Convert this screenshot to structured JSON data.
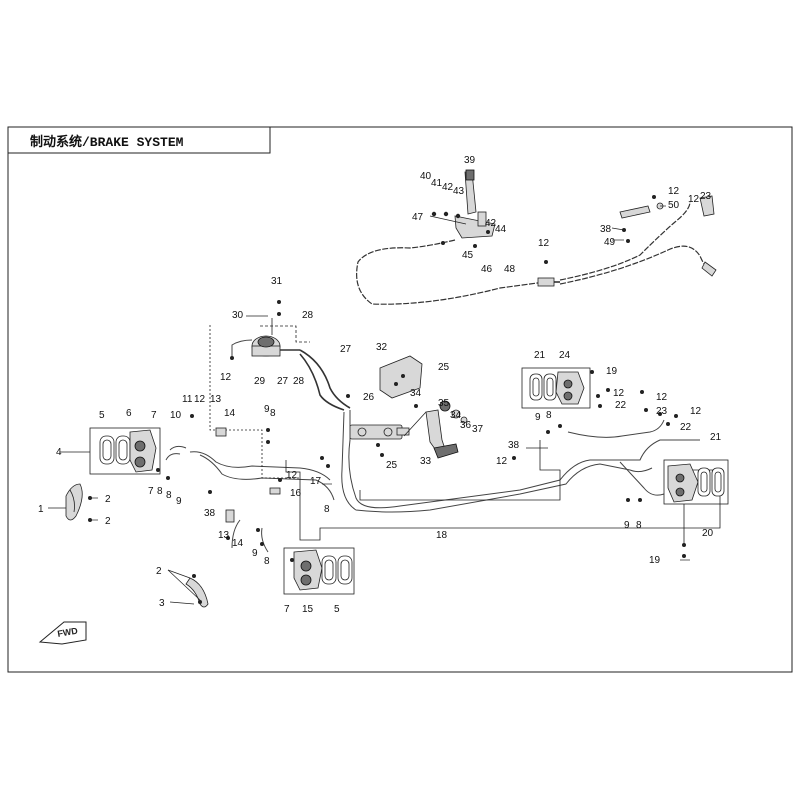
{
  "title": "制动系统/BRAKE SYSTEM",
  "direction_label": "FWD",
  "callouts": {
    "c1": "1",
    "c2a": "2",
    "c2b": "2",
    "c3": "3",
    "c4": "4",
    "c5a": "5",
    "c5b": "5",
    "c6": "6",
    "c7a": "7",
    "c7b": "7",
    "c7c": "7",
    "c8a": "8",
    "c8b": "8",
    "c8c": "8",
    "c8d": "8",
    "c8e": "8",
    "c8f": "8",
    "c8g": "8",
    "c9a": "9",
    "c9b": "9",
    "c9c": "9",
    "c9d": "9",
    "c9e": "9",
    "c10": "10",
    "c11": "11",
    "c12a": "12",
    "c12b": "12",
    "c12c": "12",
    "c12d": "12",
    "c12e": "12",
    "c12f": "12",
    "c12g": "12",
    "c12h": "12",
    "c12i": "12",
    "c12j": "12",
    "c12k": "12",
    "c13a": "13",
    "c13b": "13",
    "c14a": "14",
    "c14b": "14",
    "c15": "15",
    "c16": "16",
    "c17": "17",
    "c18": "18",
    "c19a": "19",
    "c19b": "19",
    "c20": "20",
    "c21a": "21",
    "c21b": "21",
    "c22a": "22",
    "c22b": "22",
    "c23a": "23",
    "c23b": "23",
    "c24": "24",
    "c25a": "25",
    "c25b": "25",
    "c26": "26",
    "c27a": "27",
    "c27b": "27",
    "c28a": "28",
    "c28b": "28",
    "c29": "29",
    "c30": "30",
    "c31": "31",
    "c32": "32",
    "c33": "33",
    "c34a": "34",
    "c34b": "34",
    "c35": "35",
    "c36": "36",
    "c37": "37",
    "c38a": "38",
    "c38b": "38",
    "c38c": "38",
    "c39": "39",
    "c40": "40",
    "c41": "41",
    "c42a": "42",
    "c42b": "42",
    "c43": "43",
    "c44": "44",
    "c45": "45",
    "c46": "46",
    "c47": "47",
    "c48": "48",
    "c49": "49",
    "c50": "50"
  },
  "colors": {
    "line": "#222222",
    "part_fill": "#d8d8d8",
    "part_dark": "#6e6e6e",
    "background": "#ffffff"
  }
}
